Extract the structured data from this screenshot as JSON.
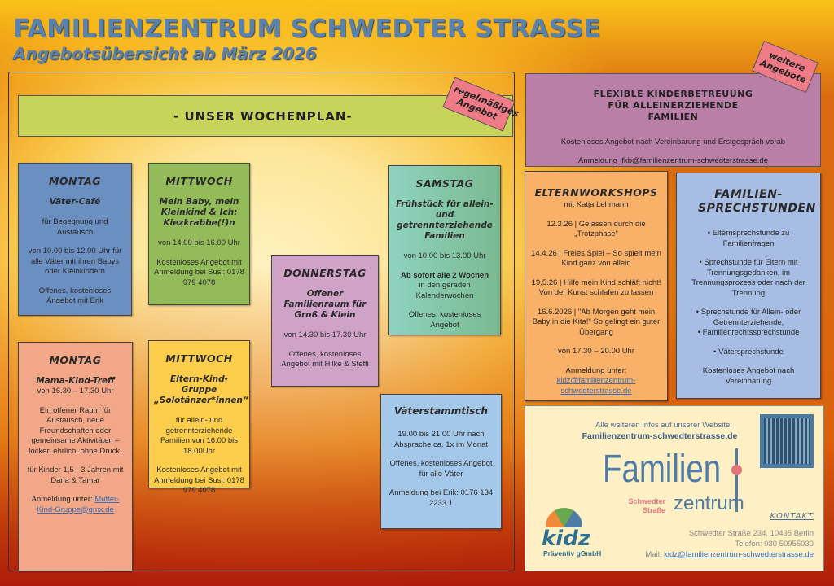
{
  "header": {
    "title": "FAMILIENZENTRUM SCHWEDTER STRASSE",
    "subtitle": "Angebotsübersicht ab März 2026"
  },
  "wochenplan": {
    "banner": "- UNSER WOCHENPLAN-",
    "tag": "regelmäßiges Angebot"
  },
  "weitere_tag": "weitere Angebote",
  "kinderbetreuung": {
    "title": "FLEXIBLE KINDERBETREUUNG FÜR ALLEINERZIEHENDE FAMILIEN",
    "text": "Kostenloses Angebot nach Vereinbarung und Erstgespräch vorab",
    "anmeldung": "Anmeldung",
    "email": "fkb@familienzentrum-schwedterstrasse.de"
  },
  "cards": {
    "montag1": {
      "day": "MONTAG",
      "title": "Väter-Café",
      "p1": "für Begegnung und Austausch",
      "p2": "von 10.00 bis 12.00 Uhr für alle Väter mit ihren Babys oder Kleinkindern",
      "p3": "Offenes, kostenloses Angebot mit Erik"
    },
    "mittwoch1": {
      "day": "MITTWOCH",
      "title": "Mein Baby, mein Kleinkind & Ich: Kiezkrabbe(!)n",
      "p1": "von 14.00 bis 16.00 Uhr",
      "p2": "Kostenloses Angebot mit Anmeldung bei Susi: 0178 979 4078"
    },
    "donnerstag": {
      "day": "DONNERSTAG",
      "title": "Offener Familienraum für Groß & Klein",
      "p1": "von 14.30 bis 17.30 Uhr",
      "p2": "Offenes, kostenloses Angebot mit Hilke & Steffi"
    },
    "samstag": {
      "day": "SAMSTAG",
      "title": "Frühstück für allein- und getrennterziehende Familien",
      "p1": "von 10.00 bis 13.00 Uhr",
      "p2_bold": "Ab sofort alle 2 Wochen",
      "p2": "in den geraden Kalenderwochen",
      "p3": "Offenes, kostenloses Angebot"
    },
    "montag2": {
      "day": "MONTAG",
      "title": "Mama-Kind-Treff",
      "time": "von 16.30 – 17.30 Uhr",
      "p1": "Ein offener Raum für Austausch, neue Freundschaften oder gemeinsame Aktivitäten – locker, ehrlich, ohne Druck.",
      "p2": "für Kinder 1,5 - 3 Jahren mit Dana & Tamar",
      "anmeldung": "Anmeldung unter:",
      "email": "Mutter-Kind-Gruppe@gmx.de"
    },
    "mittwoch2": {
      "day": "MITTWOCH",
      "title": "Eltern-Kind-Gruppe „Solotänzer*innen“",
      "p1": "für allein- und getrennterziehende Familien von 16.00 bis 18.00Uhr",
      "p2": "Kostenloses Angebot mit Anmeldung bei Susi: 0178 979 4078"
    },
    "vaeter": {
      "title": "Väterstammtisch",
      "p1": "19.00 bis 21.00 Uhr nach Absprache ca. 1x im Monat",
      "p2": "Offenes, kostenloses Angebot für alle Väter",
      "p3": "Anmeldung bei Erik: 0176  134 2233 1"
    }
  },
  "workshops": {
    "title": "ELTERNWORKSHOPS",
    "sub": "mit Katja Lehmann",
    "items": [
      "12.3.26 | Gelassen durch die „Trotzphase“",
      "14.4.26 | Freies Spiel – So spielt mein Kind ganz von allein",
      "19.5.26 | Hilfe mein Kind schläft nicht! Von der Kunst schlafen zu lassen",
      "16.6.2026 | \"Ab Morgen geht mein Baby in die Kita!\" So gelingt ein guter Übergang"
    ],
    "time": "von 17.30 – 20.00 Uhr",
    "anmeldung": "Anmeldung unter:",
    "email": "kidz@familienzentrum-schwedterstrasse.de"
  },
  "sprechstunden": {
    "title": "FAMILIEN-SPRECHSTUNDEN",
    "items": [
      "Elternsprechstunde zu Familienfragen",
      "Sprechstunde für Eltern mit Trennungsgedanken, im Trennungsprozess oder nach der Trennung",
      "Sprechstunde für Allein- oder Getrennterziehende,",
      "Familienrechtssprechstunde",
      "Vätersprechstunde"
    ],
    "footer": "Kostenloses Angebot nach Vereinbarung"
  },
  "info": {
    "line1": "Alle weiteren Infos auf unserer Website:",
    "website": "Familienzentrum-schwedterstrasse.de",
    "logo_main": "Familien",
    "logo_sub": "zentrum",
    "logo_small": "Schwedter Straße",
    "kidz_logo": "kidz",
    "kidz_sub": "Präventiv gGmbH",
    "kontakt": "KONTAKT",
    "address": "Schwedter Straße 234, 10435 Berlin",
    "phone": "Telefon: 030 50955030",
    "mail_label": "Mail:",
    "mail": "kidz@familienzentrum-schwedterstrasse.de"
  },
  "colors": {
    "title": "#5b82ad",
    "montag1": "#6b8fc0",
    "mittwoch1": "#93bb5a",
    "donnerstag": "#cfa3c8",
    "samstag": "#8fcfb8",
    "montag2": "#f2a888",
    "mittwoch2": "#fbcd4a",
    "vaeter": "#a4c8ea",
    "workshops": "#f9b068",
    "sprechstunden": "#a7bde3"
  }
}
